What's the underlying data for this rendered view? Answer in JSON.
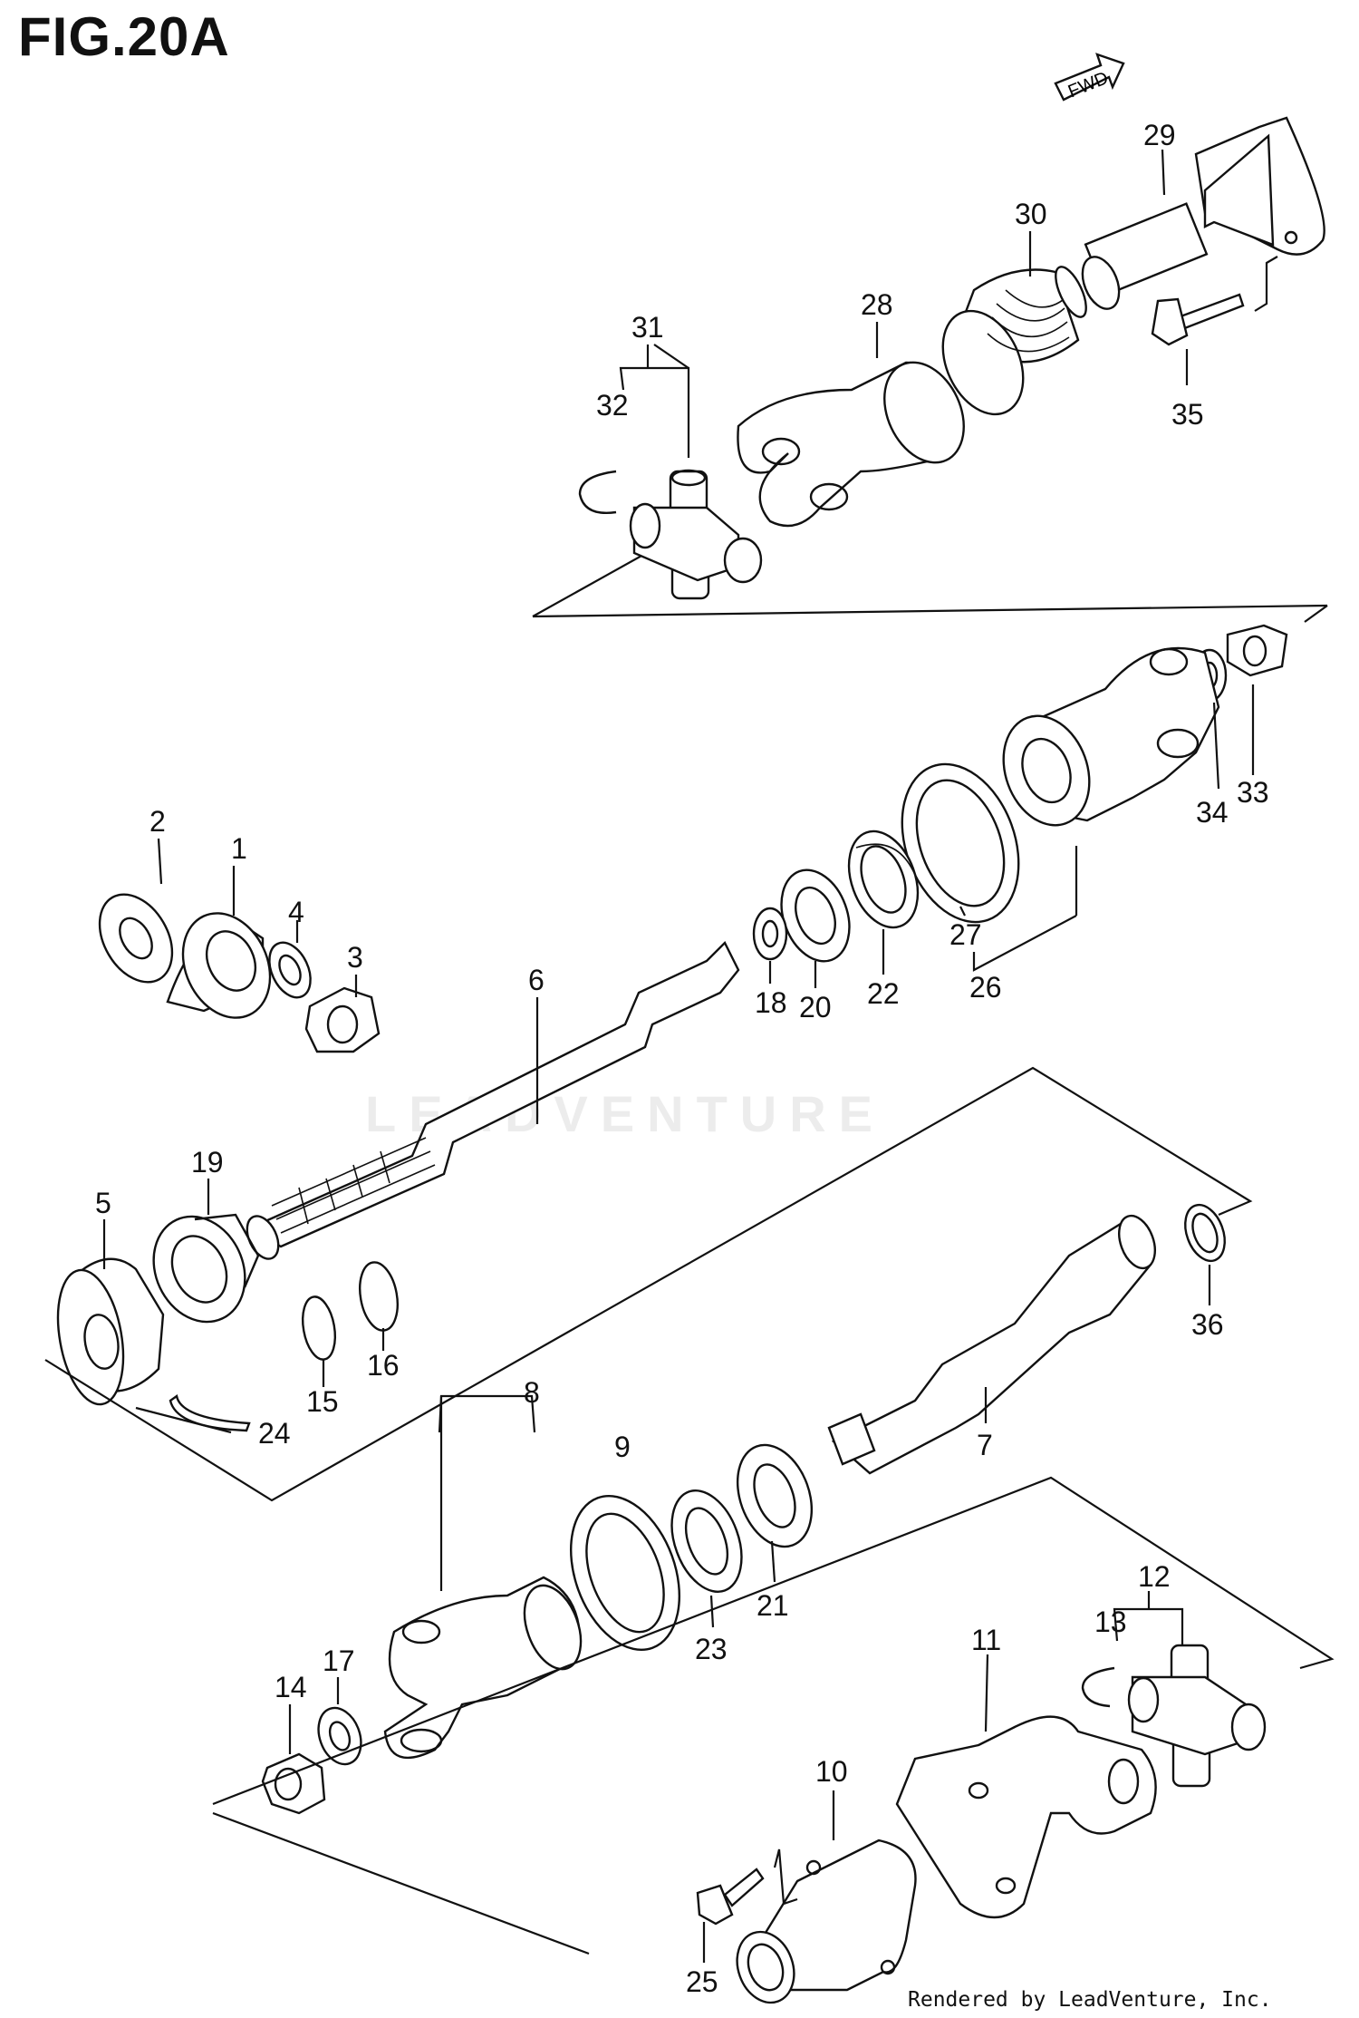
{
  "figure_title": "FIG.20A",
  "direction_tag": "FWD",
  "credit": "Rendered by LeadVenture, Inc.",
  "watermark": "LEADVENTURE",
  "callouts": [
    "1",
    "2",
    "3",
    "4",
    "5",
    "6",
    "7",
    "8",
    "9",
    "10",
    "11",
    "12",
    "13",
    "14",
    "15",
    "16",
    "17",
    "18",
    "19",
    "20",
    "21",
    "22",
    "23",
    "24",
    "25",
    "26",
    "27",
    "28",
    "29",
    "30",
    "31",
    "32",
    "33",
    "34",
    "35",
    "36"
  ]
}
